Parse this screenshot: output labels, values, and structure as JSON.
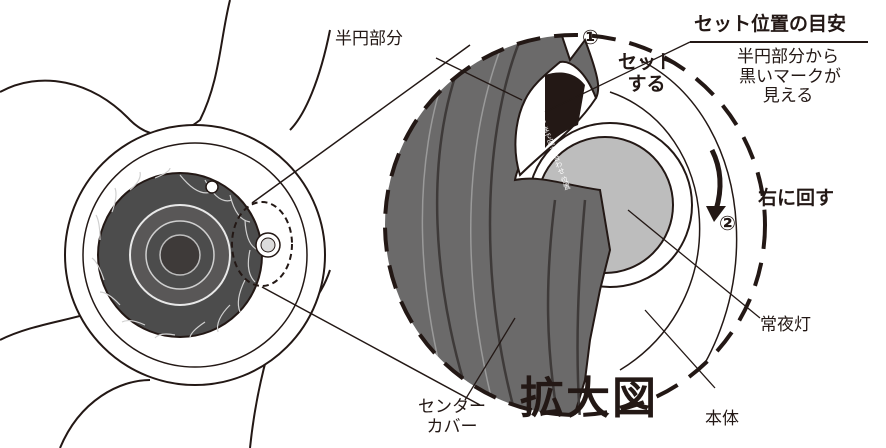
{
  "labels": {
    "hanen_bubun": "半円部分",
    "set_guide_title": "セット位置の目安",
    "set_guide_note": [
      "半円部分から",
      "黒いマークが",
      "見える"
    ],
    "set_suru": [
      "セット",
      "する"
    ],
    "migi_ni_mawasu": "右に回す",
    "step1": "①",
    "step2": "②",
    "jouyatou": "常夜灯",
    "center_cover": [
      "センター",
      "カバー"
    ],
    "kakudaizu": "拡大図",
    "hontai": "本体",
    "cover_mark": [
      "右に止まる",
      "まで回す",
      "合わせ",
      "位置"
    ]
  },
  "colors": {
    "line": "#231815",
    "cover_dark": "#595757",
    "cover_mid": "#727171",
    "night_light": "#bdbdbd"
  }
}
